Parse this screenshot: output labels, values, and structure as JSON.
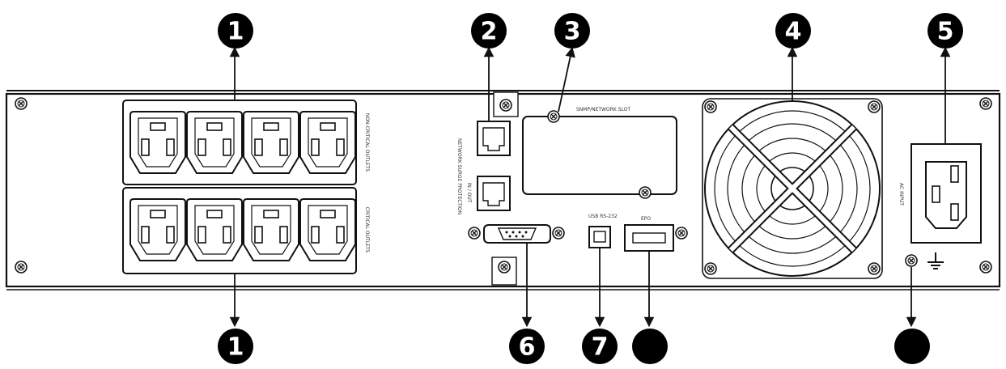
{
  "callouts": [
    {
      "key": "top-1",
      "label": "1"
    },
    {
      "key": "bottom-1",
      "label": "1"
    },
    {
      "key": "2",
      "label": "2"
    },
    {
      "key": "3",
      "label": "3"
    },
    {
      "key": "4",
      "label": "4"
    },
    {
      "key": "5",
      "label": "5"
    },
    {
      "key": "6",
      "label": "6"
    },
    {
      "key": "7",
      "label": "7"
    },
    {
      "key": "8",
      "label": ""
    },
    {
      "key": "9",
      "label": ""
    }
  ],
  "panel_text": {
    "outlet_group_top": "NON-CRITICAL OUTLETS",
    "outlet_group_bottom": "CRITICAL OUTLETS",
    "network_ports": "NETWORK SURGE PROTECTION",
    "network_io": "IN / OUT",
    "expansion_slot": "SNMP/NETWORK SLOT",
    "usb_port": "USB RS-232",
    "epo_port": "EPO",
    "ac_input": "AC INPUT"
  },
  "colors": {
    "line": "#111111",
    "callout_fill": "#000000",
    "callout_text": "#ffffff",
    "panel_fill": "#ffffff"
  },
  "icons": [
    "screw-icon",
    "ground-symbol-icon"
  ]
}
